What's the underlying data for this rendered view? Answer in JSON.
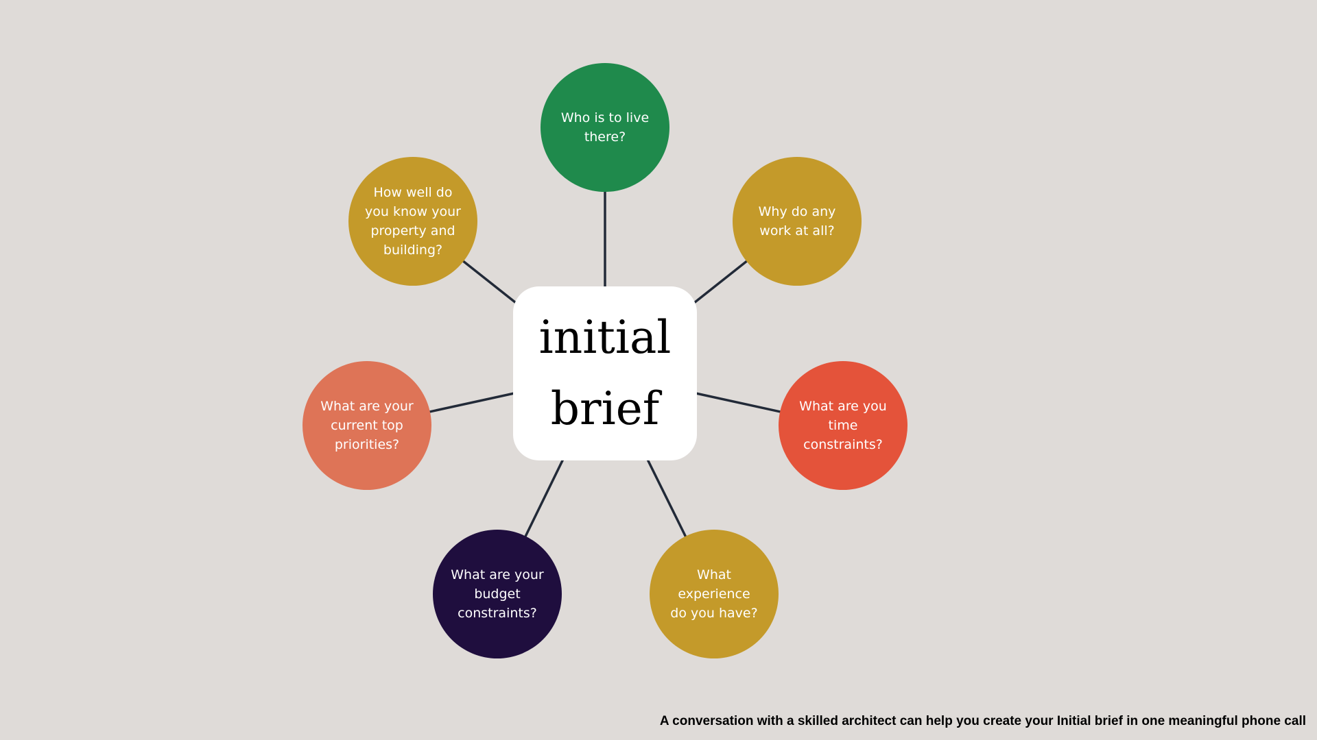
{
  "center": {
    "line1": "initial",
    "line2": "brief"
  },
  "nodes": [
    {
      "label": "Who is to live there?",
      "color": "#1f8a4c"
    },
    {
      "label": "How well do you know your property and building?",
      "color": "#c49a2a"
    },
    {
      "label": "Why do any work at all?",
      "color": "#c49a2a"
    },
    {
      "label": "What are your current top priorities?",
      "color": "#de7457"
    },
    {
      "label": "What are you time constraints?",
      "color": "#e4533a"
    },
    {
      "label": "What are your budget constraints?",
      "color": "#1f0e3e"
    },
    {
      "label": "What experience do you have?",
      "color": "#c49a2a"
    }
  ],
  "footer": "A conversation with a skilled architect can help you create your Initial brief in one meaningful phone call",
  "line_color": "#222a38"
}
